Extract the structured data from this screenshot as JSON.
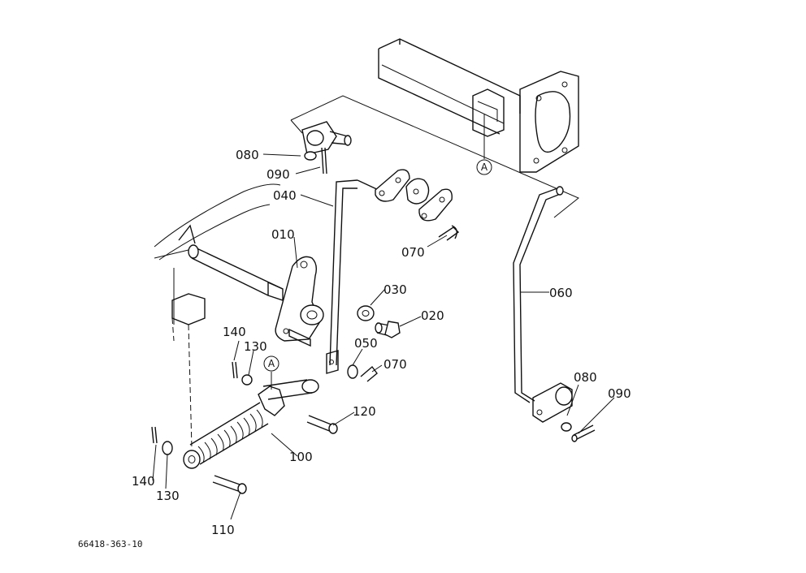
{
  "figure_code": "66418-363-10",
  "reference_mark": "A",
  "parts": {
    "p010": "010",
    "p020": "020",
    "p030": "030",
    "p040": "040",
    "p050": "050",
    "p060": "060",
    "p070a": "070",
    "p070b": "070",
    "p080a": "080",
    "p080b": "080",
    "p090a": "090",
    "p090b": "090",
    "p100": "100",
    "p110": "110",
    "p120": "120",
    "p130a": "130",
    "p130b": "130",
    "p140a": "140",
    "p140b": "140"
  }
}
